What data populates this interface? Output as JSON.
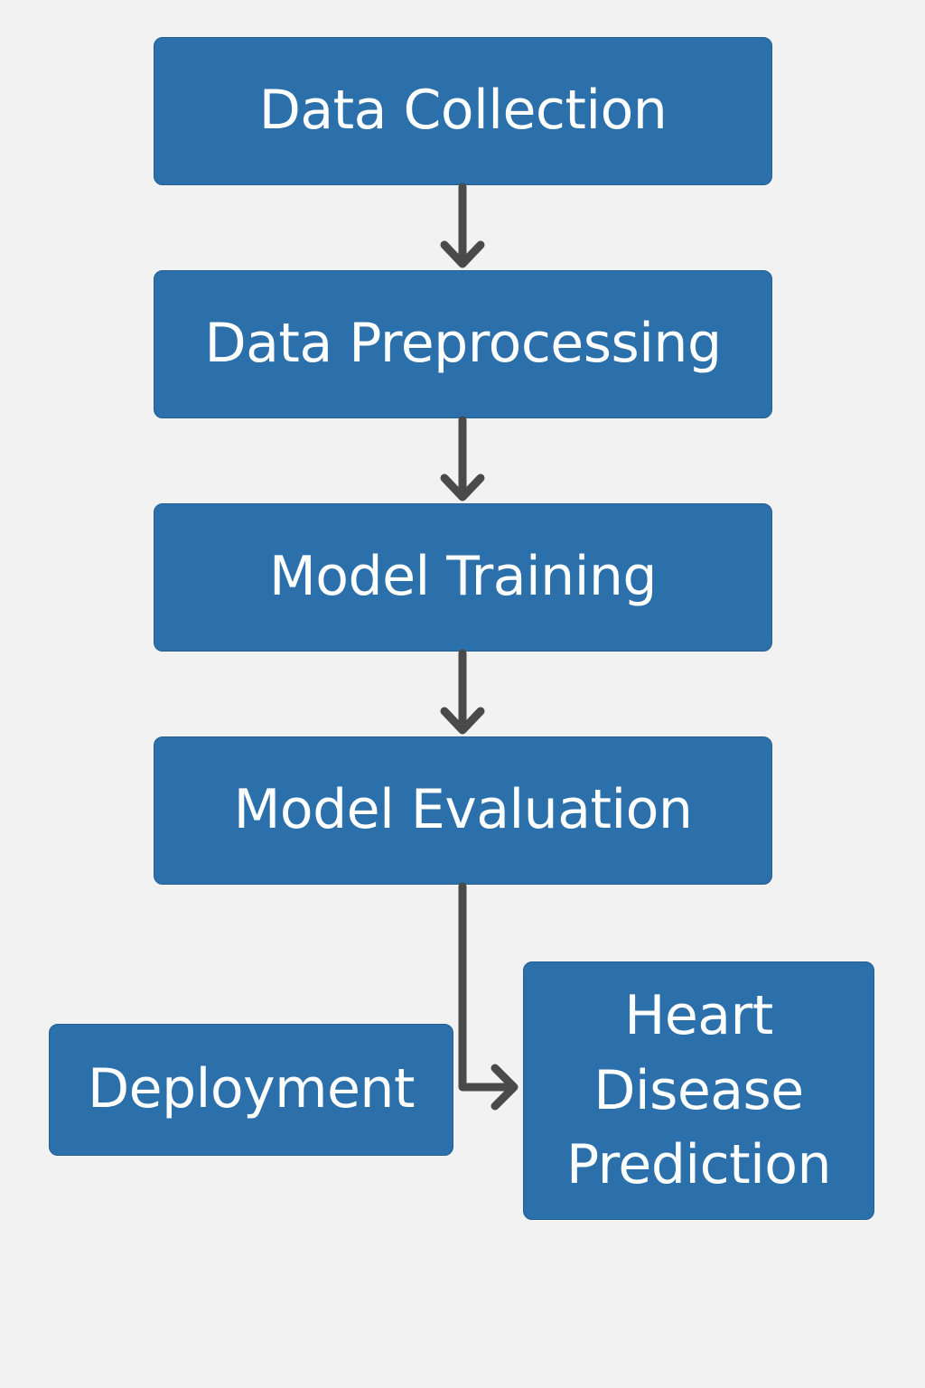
{
  "nodes": {
    "data_collection": "Data Collection",
    "data_preprocessing": "Data Preprocessing",
    "model_training": "Model Training",
    "model_evaluation": "Model Evaluation",
    "deployment": "Deployment",
    "prediction": "Heart\nDisease\nPrediction"
  },
  "colors": {
    "node_fill": "#2b6fab",
    "node_text": "#ffffff",
    "connector": "#4a4a4a",
    "background": "#f2f2f2"
  },
  "edges": [
    {
      "from": "Data Collection",
      "to": "Data Preprocessing"
    },
    {
      "from": "Data Preprocessing",
      "to": "Model Training"
    },
    {
      "from": "Model Training",
      "to": "Model Evaluation"
    },
    {
      "from": "Model Evaluation",
      "to": "Heart Disease Prediction"
    }
  ]
}
